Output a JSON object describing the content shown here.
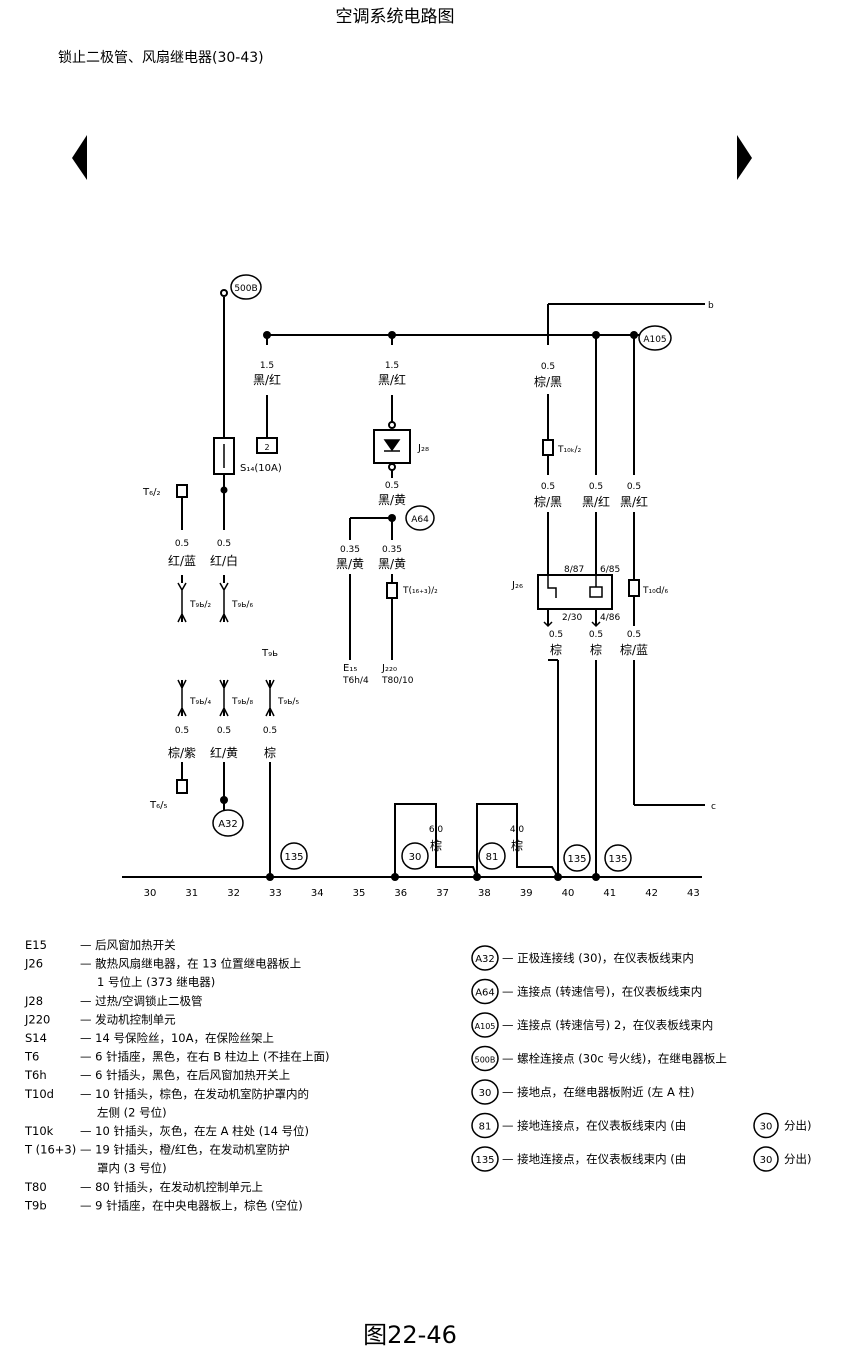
{
  "page": {
    "title": "空调系统电路图",
    "subtitle": "锁止二极管、风扇继电器(30-43)",
    "figure_caption": "图22-46",
    "nav": {
      "prev": "previous-page-arrow",
      "next": "next-page-arrow"
    }
  },
  "grid": [
    "30",
    "31",
    "32",
    "33",
    "34",
    "35",
    "36",
    "37",
    "38",
    "39",
    "40",
    "41",
    "42",
    "43"
  ],
  "ground_points": [
    "135",
    "30",
    "81",
    "135",
    "135"
  ],
  "components": {
    "J26": "J₂₆",
    "J28": "J₂₈",
    "S14": "S₁₄(10A)",
    "E15": "E₁₅",
    "E15_pin": "T6h/4",
    "J220": "J₂₂₀",
    "J220_pin": "T80/10",
    "fuse_slot": "2",
    "J26_pins": [
      "8/87",
      "6/85",
      "2/30",
      "4/86"
    ]
  },
  "connectors": {
    "T6_2": "T₆/₂",
    "T6_5": "T₆/₅",
    "T9b": "T₉ь",
    "T9b_2": "T₉ь/₂",
    "T9b_6": "T₉ь/₆",
    "T9b_4": "T₉ь/₄",
    "T9b_8": "T₉ь/₈",
    "T9b_5": "T₉ь/₅",
    "T10k_2": "T₁₀ₖ/₂",
    "T10d_6": "T₁₀d/₆",
    "T16_2": "T(₁₆₊₃)/₂"
  },
  "nodes": [
    "500B",
    "A105",
    "A64",
    "A32"
  ],
  "edge_labels": [
    "b",
    "c"
  ],
  "wires": {
    "w1": [
      "1.5",
      "黑/红"
    ],
    "w2": [
      "1.5",
      "黑/红"
    ],
    "w3": [
      "0.5",
      "黑/黄"
    ],
    "w4": [
      "0.35",
      "黑/黄"
    ],
    "w5": [
      "0.35",
      "黑/黄"
    ],
    "w6": [
      "0.5",
      "红/蓝"
    ],
    "w7": [
      "0.5",
      "红/白"
    ],
    "w8": [
      "0.5",
      "棕/紫"
    ],
    "w9": [
      "0.5",
      "红/黄"
    ],
    "w10": [
      "0.5",
      "棕"
    ],
    "w11": [
      "0.5",
      "棕/黑"
    ],
    "w12": [
      "0.5",
      "棕/黑"
    ],
    "w13": [
      "0.5",
      "黑/红"
    ],
    "w14": [
      "0.5",
      "黑/红"
    ],
    "w15": [
      "0.5",
      "棕"
    ],
    "w16": [
      "0.5",
      "棕"
    ],
    "w17": [
      "0.5",
      "棕/蓝"
    ],
    "w18": [
      "6.0",
      "棕"
    ],
    "w19": [
      "4.0",
      "棕"
    ]
  },
  "legend_left": [
    {
      "code": "E15",
      "text": "— 后风窗加热开关"
    },
    {
      "code": "J26",
      "text": "— 散热风扇继电器，在 13 位置继电器板上"
    },
    {
      "code": "",
      "text": "1 号位上 (373 继电器)"
    },
    {
      "code": "J28",
      "text": "— 过热/空调锁止二极管"
    },
    {
      "code": "J220",
      "text": "— 发动机控制单元"
    },
    {
      "code": "S14",
      "text": "— 14 号保险丝，10A，在保险丝架上"
    },
    {
      "code": "T6",
      "text": "— 6 针插座，黑色，在右 B 柱边上 (不挂在上面)"
    },
    {
      "code": "T6h",
      "text": "— 6 针插头，黑色，在后风窗加热开关上"
    },
    {
      "code": "T10d",
      "text": "— 10 针插头，棕色，在发动机室防护罩内的"
    },
    {
      "code": "",
      "text": "左侧 (2 号位)"
    },
    {
      "code": "T10k",
      "text": "— 10 针插头，灰色，在左 A 柱处 (14 号位)"
    },
    {
      "code": "T (16+3)",
      "text": "— 19 针插头，橙/红色，在发动机室防护"
    },
    {
      "code": "",
      "text": "罩内 (3 号位)"
    },
    {
      "code": "T80",
      "text": "— 80 针插头，在发动机控制单元上"
    },
    {
      "code": "T9b",
      "text": "— 9 针插座，在中央电器板上，棕色 (空位)"
    }
  ],
  "legend_right": [
    {
      "badge": "A32",
      "text": "— 正极连接线 (30)，在仪表板线束内"
    },
    {
      "badge": "A64",
      "text": "— 连接点 (转速信号)，在仪表板线束内"
    },
    {
      "badge": "A105",
      "text": "— 连接点 (转速信号) 2，在仪表板线束内"
    },
    {
      "badge": "500B",
      "text": "— 螺栓连接点 (30c 号火线)，在继电器板上"
    },
    {
      "badge": "30",
      "text": "— 接地点，在继电器板附近 (左 A 柱)"
    },
    {
      "badge": "81",
      "text": "— 接地连接点，在仪表板线束内 (由",
      "badge2": "30",
      "text2": "分出)"
    },
    {
      "badge": "135",
      "text": "— 接地连接点，在仪表板线束内 (由",
      "badge2": "30",
      "text2": "分出)"
    }
  ],
  "legend_left_indent": [
    false,
    false,
    true,
    false,
    false,
    false,
    false,
    false,
    false,
    true,
    false,
    false,
    true,
    false,
    false
  ]
}
